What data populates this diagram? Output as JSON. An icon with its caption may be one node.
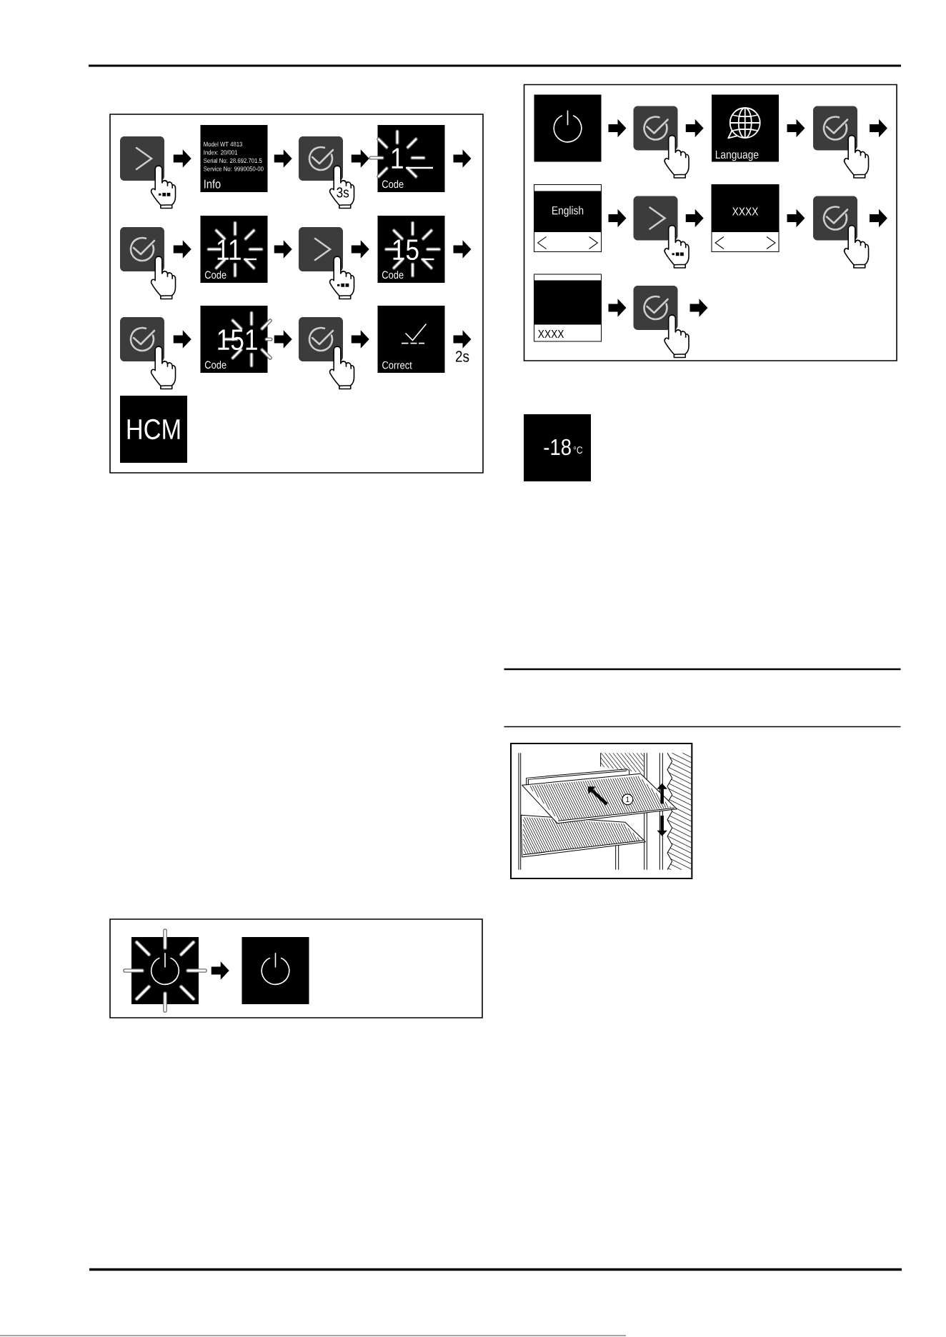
{
  "diagram": {
    "nodes": [
      {
        "text": [],
        "shape": "picture"
      },
      {
        "text": [
          "Model WT 4813",
          "Index: 20/001",
          "Serial No: 28.692.701.5",
          "Service No: 9990050-00",
          "Info"
        ]
      },
      {
        "text": [
          "3s"
        ]
      },
      {
        "text": [
          "1",
          "Code"
        ]
      },
      {
        "text": [],
        "shape": "picture"
      },
      {
        "text": [
          "11",
          "Code"
        ]
      },
      {
        "text": [],
        "shape": "picture"
      },
      {
        "text": [
          "15",
          "Code"
        ]
      },
      {
        "text": [],
        "shape": "picture"
      },
      {
        "text": [
          "151",
          "Code"
        ]
      },
      {
        "text": [],
        "shape": "picture"
      },
      {
        "text": [
          "Correct"
        ]
      },
      {
        "text": [
          "HCM"
        ]
      },
      {
        "text": [],
        "shape": "picture"
      },
      {
        "text": [],
        "shape": "picture"
      },
      {
        "text": [],
        "shape": "picture"
      },
      {
        "text": [],
        "shape": "picture"
      },
      {
        "text": [
          "Language"
        ]
      },
      {
        "text": [],
        "shape": "picture"
      },
      {
        "text": [
          "English"
        ]
      },
      {
        "text": [],
        "shape": "picture"
      },
      {
        "text": [
          "XXXX"
        ]
      },
      {
        "text": [],
        "shape": "picture"
      },
      {
        "text": [
          "XXXX"
        ]
      },
      {
        "text": [],
        "shape": "picture"
      },
      {
        "text": [
          "-18",
          "°C"
        ]
      }
    ],
    "edges": [
      {
        "from": 0,
        "to": 1,
        "arrow": "to"
      },
      {
        "from": 1,
        "to": 2,
        "arrow": "to"
      },
      {
        "from": 2,
        "to": 3,
        "arrow": "to"
      },
      {
        "from": 3,
        "to": null,
        "arrow": "to"
      },
      {
        "from": 4,
        "to": 5,
        "arrow": "to"
      },
      {
        "from": 5,
        "to": 6,
        "arrow": "to"
      },
      {
        "from": 6,
        "to": 7,
        "arrow": "to"
      },
      {
        "from": 7,
        "to": null,
        "arrow": "to"
      },
      {
        "from": 8,
        "to": 9,
        "arrow": "to"
      },
      {
        "from": 9,
        "to": 10,
        "arrow": "to"
      },
      {
        "from": 10,
        "to": 11,
        "arrow": "to"
      },
      {
        "from": 11,
        "to": null,
        "arrow": "to",
        "label": "2s"
      },
      {
        "from": 13,
        "to": 14,
        "arrow": "to"
      },
      {
        "from": 15,
        "to": 16,
        "arrow": "to"
      },
      {
        "from": 16,
        "to": 17,
        "arrow": "to"
      },
      {
        "from": 17,
        "to": 18,
        "arrow": "to"
      },
      {
        "from": 18,
        "to": null,
        "arrow": "to"
      },
      {
        "from": 19,
        "to": 20,
        "arrow": "to"
      },
      {
        "from": 20,
        "to": 21,
        "arrow": "to"
      },
      {
        "from": 21,
        "to": 22,
        "arrow": "to"
      },
      {
        "from": 22,
        "to": null,
        "arrow": "to"
      },
      {
        "from": 23,
        "to": 24,
        "arrow": "to"
      },
      {
        "from": 24,
        "to": null,
        "arrow": "to"
      }
    ],
    "labels": [
      "1"
    ]
  }
}
